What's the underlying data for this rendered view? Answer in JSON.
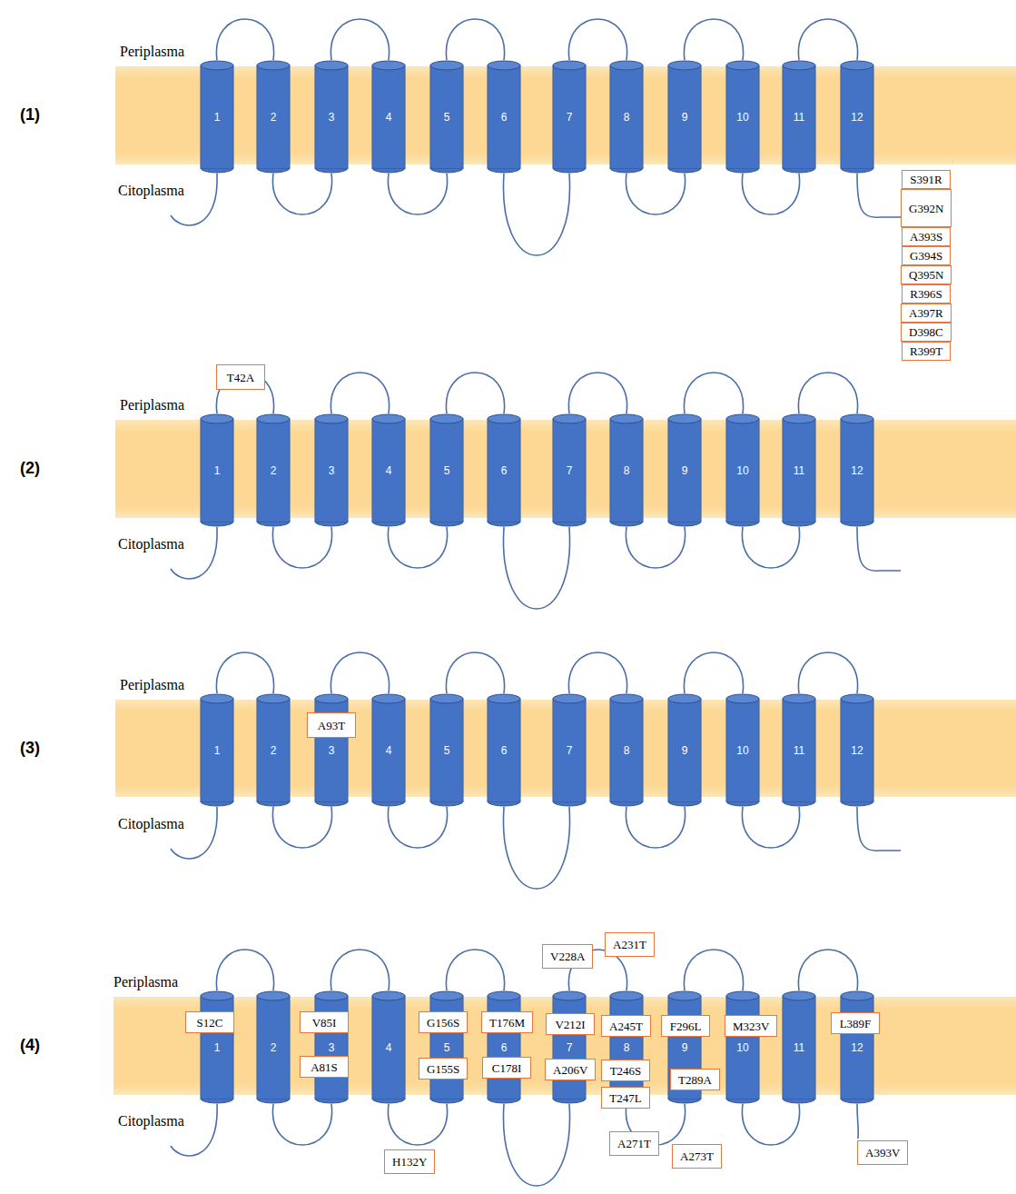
{
  "diagram": {
    "nodes": [
      {
        "text": [
          "1"
        ]
      },
      {
        "text": [
          "2"
        ]
      },
      {
        "text": [
          "3"
        ]
      },
      {
        "text": [
          "4"
        ]
      },
      {
        "text": [
          "5"
        ]
      },
      {
        "text": [
          "6"
        ]
      },
      {
        "text": [
          "7"
        ]
      },
      {
        "text": [
          "8"
        ]
      },
      {
        "text": [
          "9"
        ]
      },
      {
        "text": [
          "10"
        ]
      },
      {
        "text": [
          "11"
        ]
      },
      {
        "text": [
          "12"
        ]
      },
      {
        "text": [
          "S391R"
        ]
      },
      {
        "text": [
          "G392N"
        ]
      },
      {
        "text": [
          "A393S"
        ]
      },
      {
        "text": [
          "G394S"
        ]
      },
      {
        "text": [
          "Q395N"
        ]
      },
      {
        "text": [
          "R396S"
        ]
      },
      {
        "text": [
          "A397R"
        ]
      },
      {
        "text": [
          "D398C"
        ]
      },
      {
        "text": [
          "R399T"
        ]
      },
      {
        "text": [
          "1"
        ]
      },
      {
        "text": [
          "2"
        ]
      },
      {
        "text": [
          "3"
        ]
      },
      {
        "text": [
          "4"
        ]
      },
      {
        "text": [
          "5"
        ]
      },
      {
        "text": [
          "6"
        ]
      },
      {
        "text": [
          "7"
        ]
      },
      {
        "text": [
          "8"
        ]
      },
      {
        "text": [
          "9"
        ]
      },
      {
        "text": [
          "10"
        ]
      },
      {
        "text": [
          "11"
        ]
      },
      {
        "text": [
          "12"
        ]
      },
      {
        "text": [
          "T42A"
        ]
      },
      {
        "text": [
          "1"
        ]
      },
      {
        "text": [
          "2"
        ]
      },
      {
        "text": [
          "3"
        ]
      },
      {
        "text": [
          "4"
        ]
      },
      {
        "text": [
          "5"
        ]
      },
      {
        "text": [
          "6"
        ]
      },
      {
        "text": [
          "7"
        ]
      },
      {
        "text": [
          "8"
        ]
      },
      {
        "text": [
          "9"
        ]
      },
      {
        "text": [
          "10"
        ]
      },
      {
        "text": [
          "11"
        ]
      },
      {
        "text": [
          "12"
        ]
      },
      {
        "text": [
          "A93T"
        ]
      },
      {
        "text": [
          "1"
        ]
      },
      {
        "text": [
          "2"
        ]
      },
      {
        "text": [
          "3"
        ]
      },
      {
        "text": [
          "4"
        ]
      },
      {
        "text": [
          "5"
        ]
      },
      {
        "text": [
          "6"
        ]
      },
      {
        "text": [
          "7"
        ]
      },
      {
        "text": [
          "8"
        ]
      },
      {
        "text": [
          "9"
        ]
      },
      {
        "text": [
          "10"
        ]
      },
      {
        "text": [
          "11"
        ]
      },
      {
        "text": [
          "12"
        ]
      },
      {
        "text": [
          "S12C"
        ]
      },
      {
        "text": [
          "V85I"
        ]
      },
      {
        "text": [
          "A81S"
        ]
      },
      {
        "text": [
          "H132Y"
        ]
      },
      {
        "text": [
          "G156S"
        ]
      },
      {
        "text": [
          "G155S"
        ]
      },
      {
        "text": [
          "T176M"
        ]
      },
      {
        "text": [
          "C178I"
        ]
      },
      {
        "text": [
          "V228A"
        ]
      },
      {
        "text": [
          "A231T"
        ]
      },
      {
        "text": [
          "V212I"
        ]
      },
      {
        "text": [
          "A206V"
        ]
      },
      {
        "text": [
          "A245T"
        ]
      },
      {
        "text": [
          "T246S"
        ]
      },
      {
        "text": [
          "T247L"
        ]
      },
      {
        "text": [
          "A271T"
        ]
      },
      {
        "text": [
          "A273T"
        ]
      },
      {
        "text": [
          "F296L"
        ]
      },
      {
        "text": [
          "T289A"
        ]
      },
      {
        "text": [
          "M323V"
        ]
      },
      {
        "text": [
          "L389F"
        ]
      },
      {
        "text": [
          "A393V"
        ]
      }
    ],
    "edges": [
      {
        "from": 0,
        "to": 1,
        "arrow": "none"
      },
      {
        "from": 1,
        "to": 2,
        "arrow": "none"
      },
      {
        "from": 2,
        "to": 3,
        "arrow": "none"
      },
      {
        "from": 3,
        "to": 4,
        "arrow": "none"
      },
      {
        "from": 4,
        "to": 5,
        "arrow": "none"
      },
      {
        "from": 5,
        "to": 6,
        "arrow": "none"
      },
      {
        "from": 6,
        "to": 7,
        "arrow": "none"
      },
      {
        "from": 7,
        "to": 8,
        "arrow": "none"
      },
      {
        "from": 8,
        "to": 9,
        "arrow": "none"
      },
      {
        "from": 9,
        "to": 10,
        "arrow": "none"
      },
      {
        "from": 10,
        "to": 11,
        "arrow": "none"
      },
      {
        "from": 21,
        "to": 22,
        "arrow": "none"
      },
      {
        "from": 22,
        "to": 23,
        "arrow": "none"
      },
      {
        "from": 23,
        "to": 24,
        "arrow": "none"
      },
      {
        "from": 24,
        "to": 25,
        "arrow": "none"
      },
      {
        "from": 25,
        "to": 26,
        "arrow": "none"
      },
      {
        "from": 26,
        "to": 27,
        "arrow": "none"
      },
      {
        "from": 27,
        "to": 28,
        "arrow": "none"
      },
      {
        "from": 28,
        "to": 29,
        "arrow": "none"
      },
      {
        "from": 29,
        "to": 30,
        "arrow": "none"
      },
      {
        "from": 30,
        "to": 31,
        "arrow": "none"
      },
      {
        "from": 31,
        "to": 32,
        "arrow": "none"
      },
      {
        "from": 34,
        "to": 35,
        "arrow": "none"
      },
      {
        "from": 35,
        "to": 36,
        "arrow": "none"
      },
      {
        "from": 36,
        "to": 37,
        "arrow": "none"
      },
      {
        "from": 37,
        "to": 38,
        "arrow": "none"
      },
      {
        "from": 38,
        "to": 39,
        "arrow": "none"
      },
      {
        "from": 39,
        "to": 40,
        "arrow": "none"
      },
      {
        "from": 40,
        "to": 41,
        "arrow": "none"
      },
      {
        "from": 41,
        "to": 42,
        "arrow": "none"
      },
      {
        "from": 42,
        "to": 43,
        "arrow": "none"
      },
      {
        "from": 43,
        "to": 44,
        "arrow": "none"
      },
      {
        "from": 44,
        "to": 45,
        "arrow": "none"
      },
      {
        "from": 47,
        "to": 48,
        "arrow": "none"
      },
      {
        "from": 48,
        "to": 49,
        "arrow": "none"
      },
      {
        "from": 49,
        "to": 50,
        "arrow": "none"
      },
      {
        "from": 50,
        "to": 51,
        "arrow": "none"
      },
      {
        "from": 51,
        "to": 52,
        "arrow": "none"
      },
      {
        "from": 52,
        "to": 53,
        "arrow": "none"
      },
      {
        "from": 53,
        "to": 54,
        "arrow": "none"
      },
      {
        "from": 54,
        "to": 55,
        "arrow": "none"
      },
      {
        "from": 55,
        "to": 56,
        "arrow": "none"
      },
      {
        "from": 56,
        "to": 57,
        "arrow": "none"
      },
      {
        "from": 57,
        "to": 58,
        "arrow": "none"
      }
    ],
    "labels": [
      "(1)",
      "Periplasma",
      "Citoplasma",
      "(2)",
      "Periplasma",
      "Citoplasma",
      "(3)",
      "Periplasma",
      "Citoplasma",
      "(4)",
      "Periplasma",
      "Citoplasma"
    ]
  }
}
